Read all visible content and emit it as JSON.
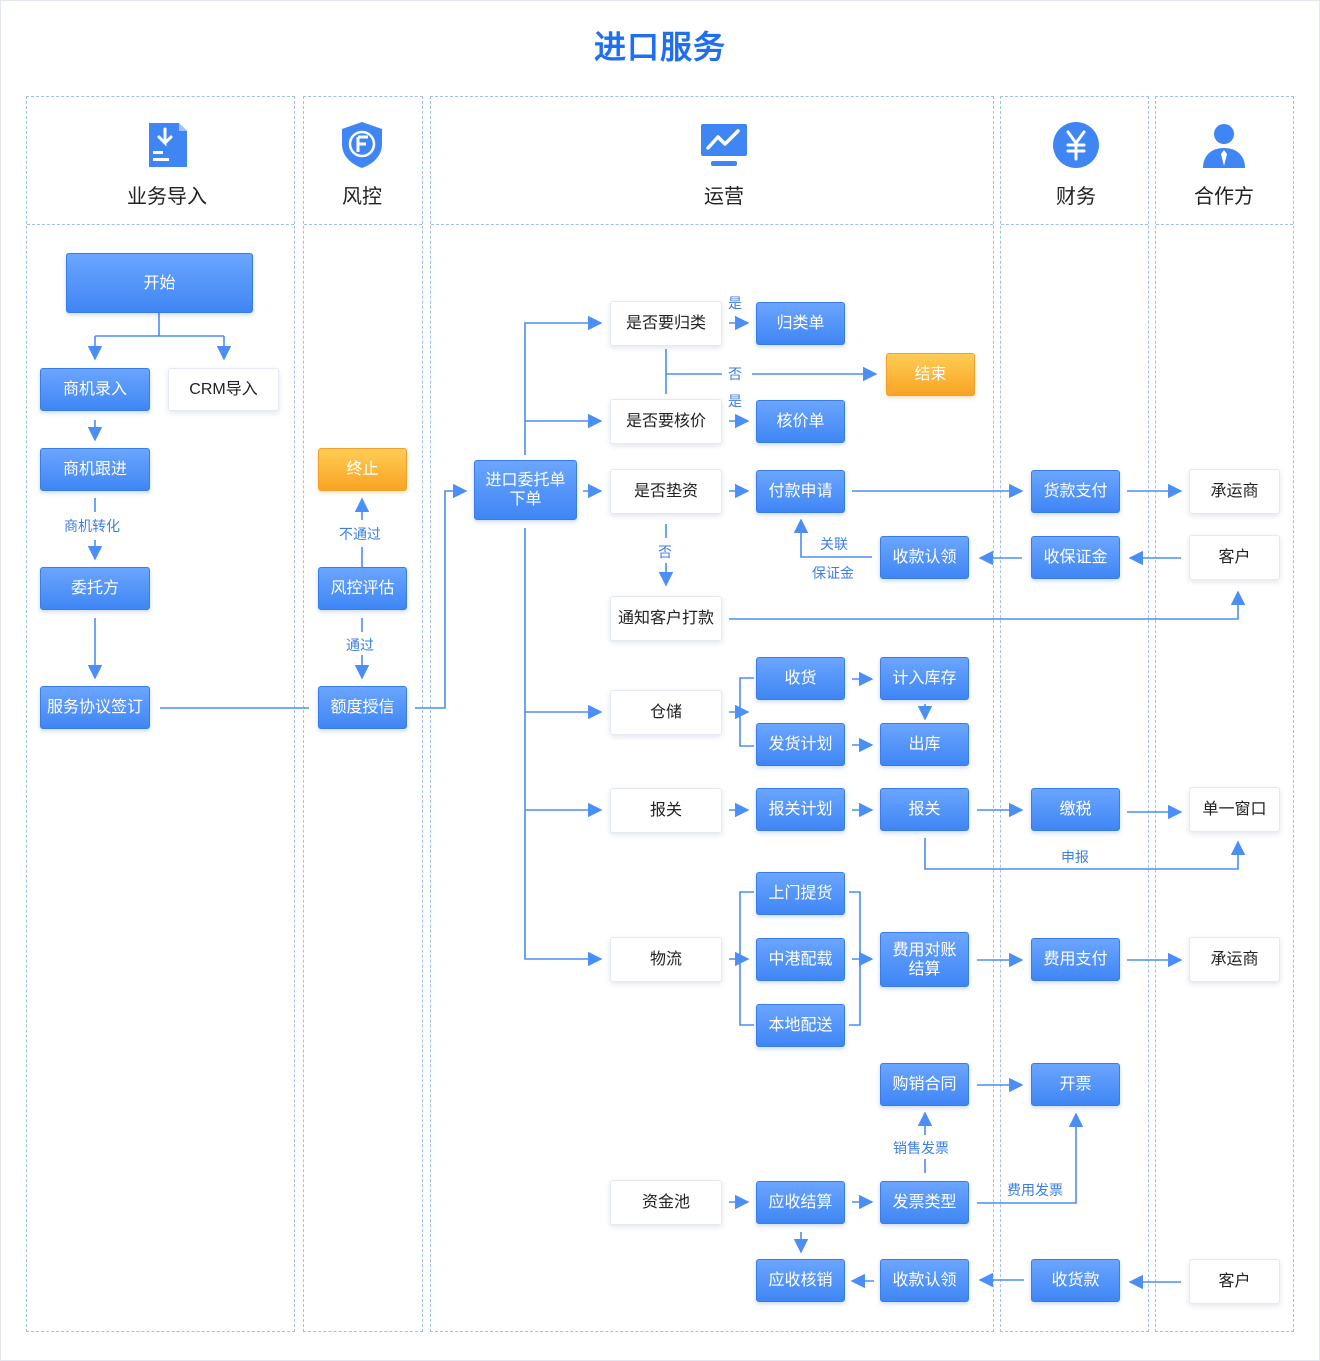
{
  "title": "进口服务",
  "colors": {
    "accent": "#1f6ff0",
    "node_blue": "#4a8ef6",
    "node_orange": "#f8a424",
    "line": "#4a8ef6"
  },
  "lanes": [
    {
      "label": "业务导入",
      "icon": "import-document-icon"
    },
    {
      "label": "风控",
      "icon": "shield-f-icon"
    },
    {
      "label": "运营",
      "icon": "trend-chart-icon"
    },
    {
      "label": "财务",
      "icon": "yuan-coin-icon"
    },
    {
      "label": "合作方",
      "icon": "user-icon"
    }
  ],
  "nodes": {
    "start": "开始",
    "lead_entry": "商机录入",
    "crm_import": "CRM导入",
    "lead_follow": "商机跟进",
    "client": "委托方",
    "agreement": "服务协议签订",
    "terminate": "终止",
    "risk_eval": "风控评估",
    "credit": "额度授信",
    "order": "进口委托单下单",
    "need_classify": "是否要归类",
    "classify_doc": "归类单",
    "end": "结束",
    "need_price": "是否要核价",
    "price_doc": "核价单",
    "advance": "是否垫资",
    "pay_request": "付款申请",
    "goods_pay": "货款支付",
    "carrier1": "承运商",
    "receipt_claim1": "收款认领",
    "deposit": "收保证金",
    "customer1": "客户",
    "notify": "通知客户打款",
    "warehouse": "仓储",
    "receive": "收货",
    "stock_in": "计入库存",
    "ship_plan": "发货计划",
    "stock_out": "出库",
    "customs": "报关",
    "customs_plan": "报关计划",
    "customs_do": "报关",
    "tax": "缴税",
    "single_window": "单一窗口",
    "logistics": "物流",
    "pickup": "上门提货",
    "hk_delivery": "中港配载",
    "local_delivery": "本地配送",
    "fee_settle": "费用对账结算",
    "fee_pay": "费用支付",
    "carrier2": "承运商",
    "contract": "购销合同",
    "invoice": "开票",
    "fund_pool": "资金池",
    "ar_settle": "应收结算",
    "invoice_type": "发票类型",
    "ar_writeoff": "应收核销",
    "receipt_claim2": "收款认领",
    "collect": "收货款",
    "customer2": "客户"
  },
  "edge_labels": {
    "lead_convert": "商机转化",
    "not_pass": "不通过",
    "pass": "通过",
    "yes1": "是",
    "no1": "否",
    "yes2": "是",
    "no2": "否",
    "link1": "关联",
    "link2": "保证金",
    "declare": "申报",
    "sales_invoice": "销售发票",
    "fee_invoice": "费用发票"
  }
}
